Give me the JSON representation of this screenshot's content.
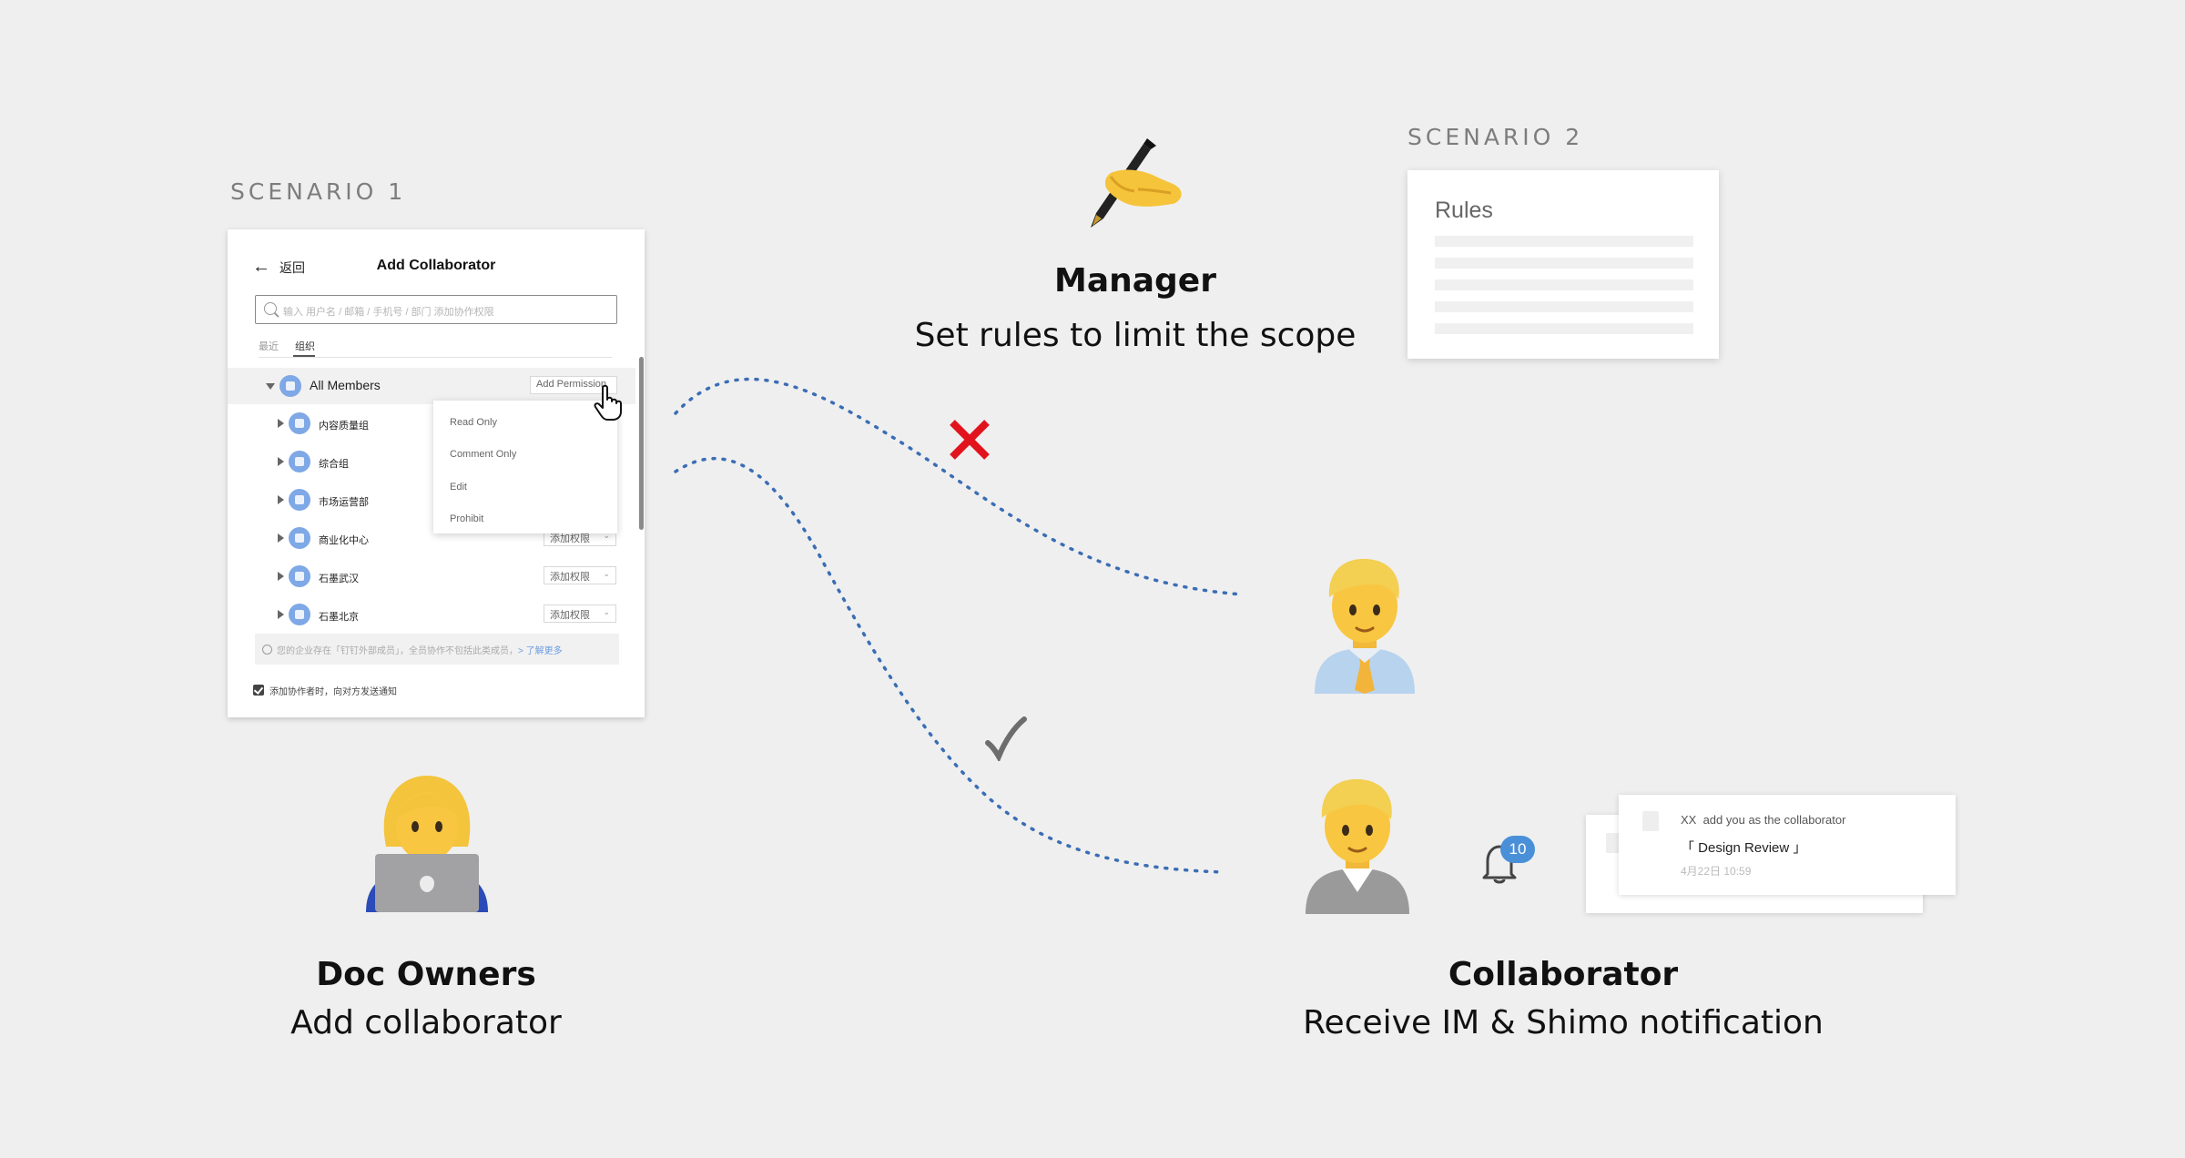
{
  "scenario1": {
    "label": "SCENARIO 1"
  },
  "scenario2": {
    "label": "SCENARIO 2"
  },
  "manager": {
    "title": "Manager",
    "desc": "Set rules to limit the scope"
  },
  "doc_owners": {
    "title": "Doc Owners",
    "desc": "Add collaborator"
  },
  "collaborator": {
    "title": "Collaborator",
    "desc": "Receive IM & Shimo notification"
  },
  "panel": {
    "back_label": "返回",
    "title": "Add Collaborator",
    "search_placeholder": "输入 用户名 / 邮箱 / 手机号 / 部门 添加协作权限",
    "tabs": [
      "最近",
      "组织"
    ],
    "all_members": {
      "label": "All Members",
      "button": "Add Permission"
    },
    "rows": [
      {
        "label": "内容质量组",
        "button": ""
      },
      {
        "label": "综合组",
        "button": ""
      },
      {
        "label": "市场运营部",
        "button": ""
      },
      {
        "label": "商业化中心",
        "button": "添加权限"
      },
      {
        "label": "石墨武汉",
        "button": "添加权限"
      },
      {
        "label": "石墨北京",
        "button": "添加权限"
      }
    ],
    "dropdown": [
      "Read Only",
      "Comment Only",
      "Edit",
      "Prohibit"
    ],
    "info_text": "您的企业存在「钉钉外部成员」，全员协作不包括此类成员，",
    "info_link": "> 了解更多",
    "checkbox_label": "添加协作者时，向对方发送通知"
  },
  "rules": {
    "title": "Rules"
  },
  "notification": {
    "sender": "XX",
    "message": "add you as the collaborator",
    "doc_title": "「 Design Review 」",
    "time": "4月22日 10:59",
    "badge_count": "10"
  },
  "colors": {
    "dotted_line": "#3a6db5",
    "x_mark": "#e1141e",
    "check_mark": "#6d6d6d",
    "badge": "#4a90d9"
  }
}
